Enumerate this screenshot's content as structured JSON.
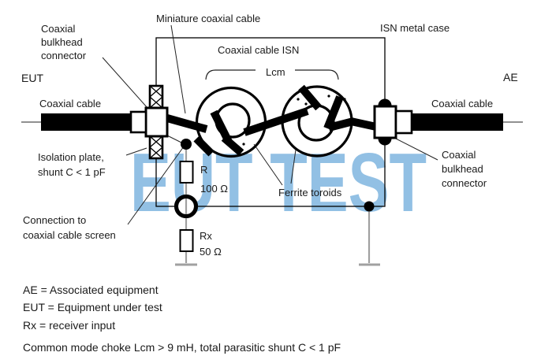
{
  "watermark_text": "EUT TEST",
  "colors": {
    "watermark_blue": "#92c0e4",
    "ink_black": "#1a1a1a",
    "wire_gray": "#a0a0a0"
  },
  "labels": {
    "connector_left": [
      "Coaxial",
      "bulkhead",
      "connector"
    ],
    "miniature_cable": "Miniature coaxial cable",
    "isn_case": "ISN metal case",
    "cable_isn": "Coaxial cable ISN",
    "lcm": "Lcm",
    "eut": "EUT",
    "ae": "AE",
    "cable_left": "Coaxial cable",
    "cable_right": "Coaxial cable",
    "isolation_plate": [
      "Isolation plate,",
      "shunt C < 1 pF"
    ],
    "screen_connection": [
      "Connection to",
      "coaxial cable screen"
    ],
    "ferrite": "Ferrite toroids",
    "connector_right": [
      "Coaxial",
      "bulkhead",
      "connector"
    ],
    "resistor_r": {
      "name": "R",
      "value": "100 Ω"
    },
    "resistor_rx": {
      "name": "Rx",
      "value": "50 Ω"
    }
  },
  "legend": [
    "AE = Associated equipment",
    "EUT = Equipment under test",
    "Rx = receiver input"
  ],
  "note": "Common mode choke Lcm > 9 mH, total parasitic shunt C < 1 pF"
}
